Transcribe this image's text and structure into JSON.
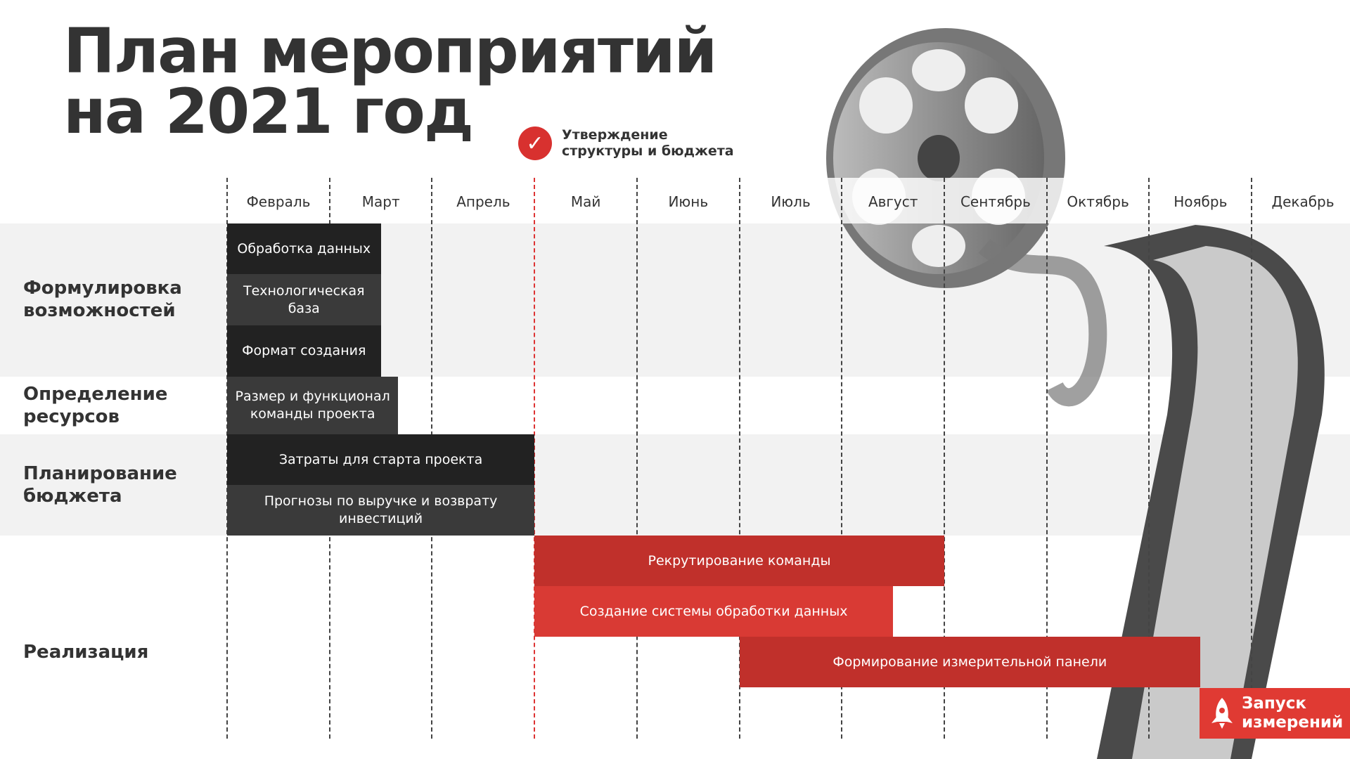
{
  "title": {
    "line1": "План мероприятий",
    "line2": "на 2021 год"
  },
  "months": [
    "Февраль",
    "Март",
    "Апрель",
    "Май",
    "Июнь",
    "Июль",
    "Август",
    "Сентябрь",
    "Октябрь",
    "Ноябрь",
    "Декабрь"
  ],
  "milestone": {
    "line1": "Утверждение",
    "line2": "структуры и бюджета",
    "month_index": 3,
    "icon": "check-icon"
  },
  "sections": [
    {
      "label1": "Формулировка",
      "label2": "возможностей"
    },
    {
      "label1": "Определение",
      "label2": "ресурсов"
    },
    {
      "label1": "Планирование",
      "label2": "бюджета"
    },
    {
      "label1": "Реализация",
      "label2": ""
    }
  ],
  "tasks": [
    {
      "label": "Обработка данных",
      "start": 0,
      "end": 1.5,
      "row": 0,
      "color": "#222222"
    },
    {
      "label": "Технологическая база",
      "start": 0,
      "end": 1.5,
      "row": 1,
      "color": "#3a3a3a"
    },
    {
      "label": "Формат создания",
      "start": 0,
      "end": 1.5,
      "row": 2,
      "color": "#222222"
    },
    {
      "label": "Размер и функционал команды проекта",
      "start": 0,
      "end": 1.67,
      "row": 3,
      "color": "#3a3a3a"
    },
    {
      "label": "Затраты для старта проекта",
      "start": 0,
      "end": 3,
      "row": 4,
      "color": "#222222"
    },
    {
      "label": "Прогнозы по выручке и возврату инвестиций",
      "start": 0,
      "end": 3,
      "row": 5,
      "color": "#3a3a3a"
    },
    {
      "label": "Рекрутирование команды",
      "start": 3,
      "end": 7,
      "row": 6,
      "color": "#c0302b"
    },
    {
      "label": "Создание системы обработки данных",
      "start": 3,
      "end": 6.5,
      "row": 7,
      "color": "#d93a34"
    },
    {
      "label": "Формирование измерительной панели",
      "start": 5,
      "end": 9.5,
      "row": 8,
      "color": "#c0302b"
    }
  ],
  "launch": {
    "line1": "Запуск",
    "line2": "измерений",
    "icon": "rocket-icon"
  }
}
